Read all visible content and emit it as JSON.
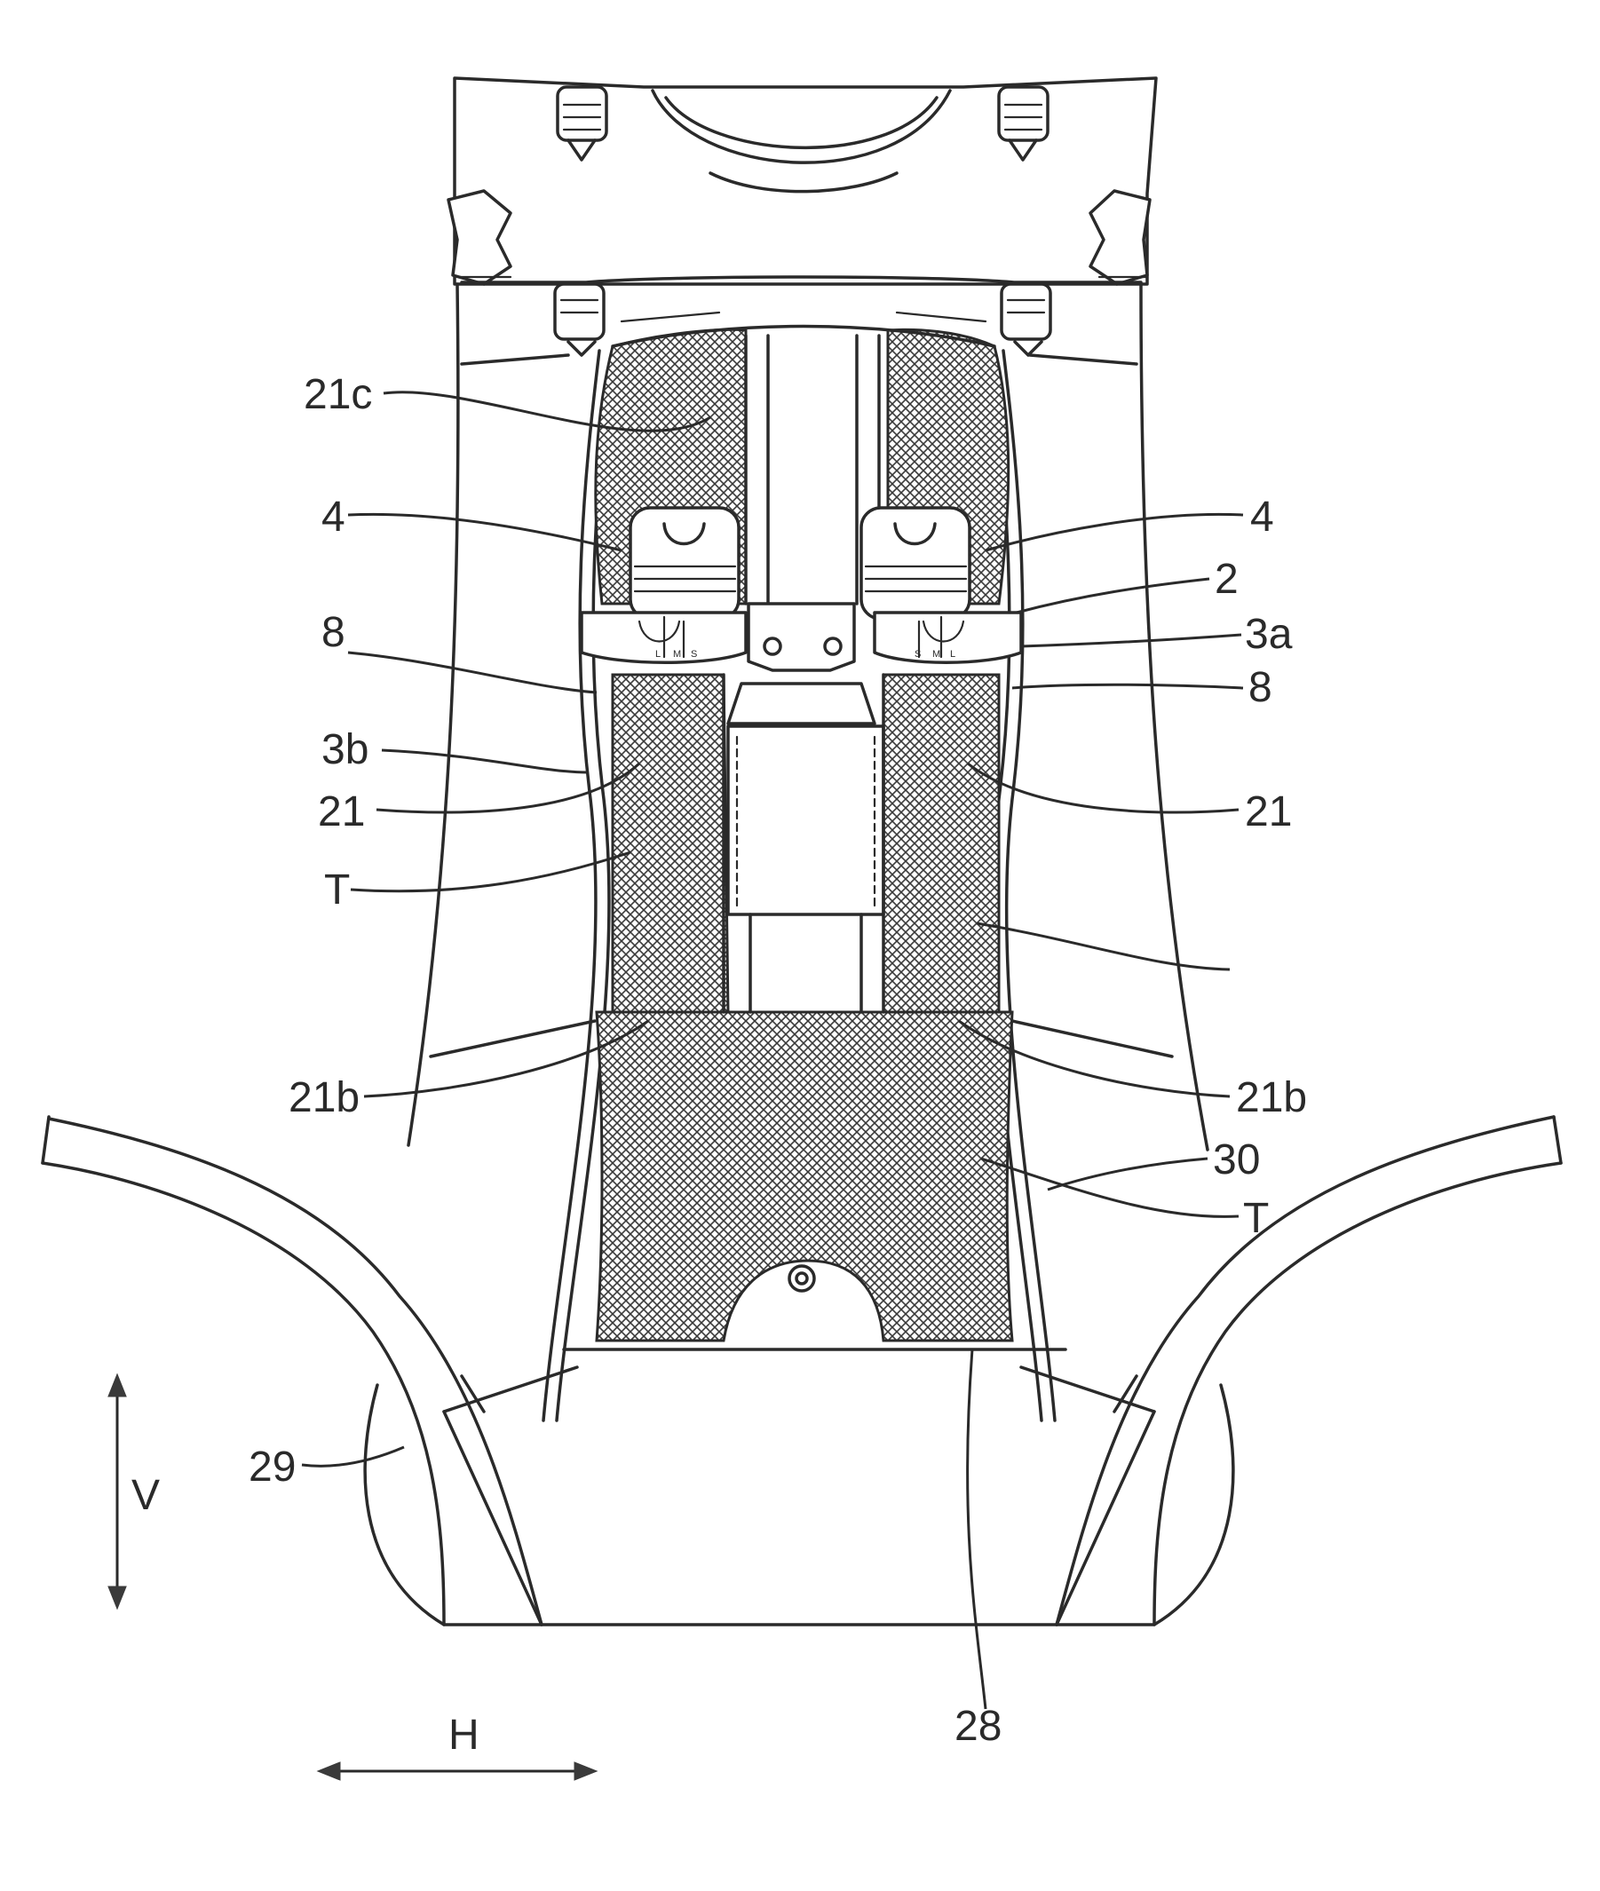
{
  "labels": {
    "l_21c": "21c",
    "l_4_left": "4",
    "l_4_right": "4",
    "l_2": "2",
    "l_3a": "3a",
    "l_8_left": "8",
    "l_8_right": "8",
    "l_3b": "3b",
    "l_21_left": "21",
    "l_21_right": "21",
    "l_T_left": "T",
    "l_T_right": "T",
    "l_21b_left": "21b",
    "l_21b_right": "21b",
    "l_30": "30",
    "l_29": "29",
    "l_28": "28",
    "l_V": "V",
    "l_H": "H"
  },
  "buckle_scale": {
    "left": [
      "L",
      "M",
      "S"
    ],
    "right": [
      "S",
      "M",
      "L"
    ]
  },
  "colors": {
    "line": "#2a2a2a",
    "mesh": "#3a3a3a",
    "background": "#ffffff"
  }
}
